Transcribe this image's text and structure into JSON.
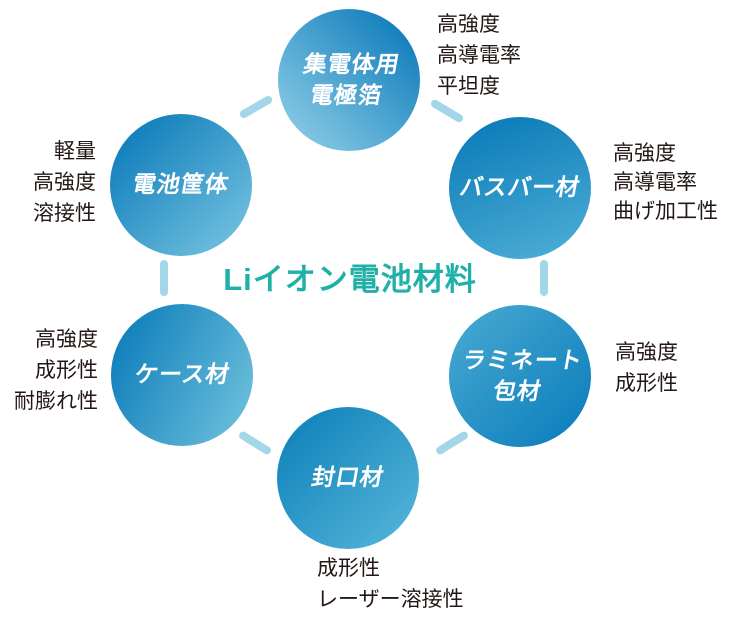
{
  "title": {
    "text": "Liイオン電池材料"
  },
  "colors": {
    "accent_teal": "#1FB0A8",
    "circle_dark": "#0878B8",
    "circle_light": "#7CC8E2",
    "connector": "#A3D6E8",
    "annotation_text": "#231815",
    "circle_label_text": "#FFFFFF"
  },
  "nodes": [
    {
      "name": "current-collector-foil",
      "lines": [
        "集電体用",
        "電極箔"
      ],
      "features": [
        "高強度",
        "高導電率",
        "平坦度"
      ]
    },
    {
      "name": "battery-housing",
      "lines": [
        "電池筐体"
      ],
      "features": [
        "軽量",
        "高強度",
        "溶接性"
      ]
    },
    {
      "name": "busbar-material",
      "lines": [
        "バスバー材"
      ],
      "features": [
        "高強度",
        "高導電率",
        "曲げ加工性"
      ]
    },
    {
      "name": "case-material",
      "lines": [
        "ケース材"
      ],
      "features": [
        "高強度",
        "成形性",
        "耐膨れ性"
      ]
    },
    {
      "name": "laminate-packaging",
      "lines": [
        "ラミネート",
        "包材"
      ],
      "features": [
        "高強度",
        "成形性"
      ]
    },
    {
      "name": "sealing-material",
      "lines": [
        "封口材"
      ],
      "features": [
        "成形性",
        "レーザー溶接性"
      ]
    }
  ]
}
